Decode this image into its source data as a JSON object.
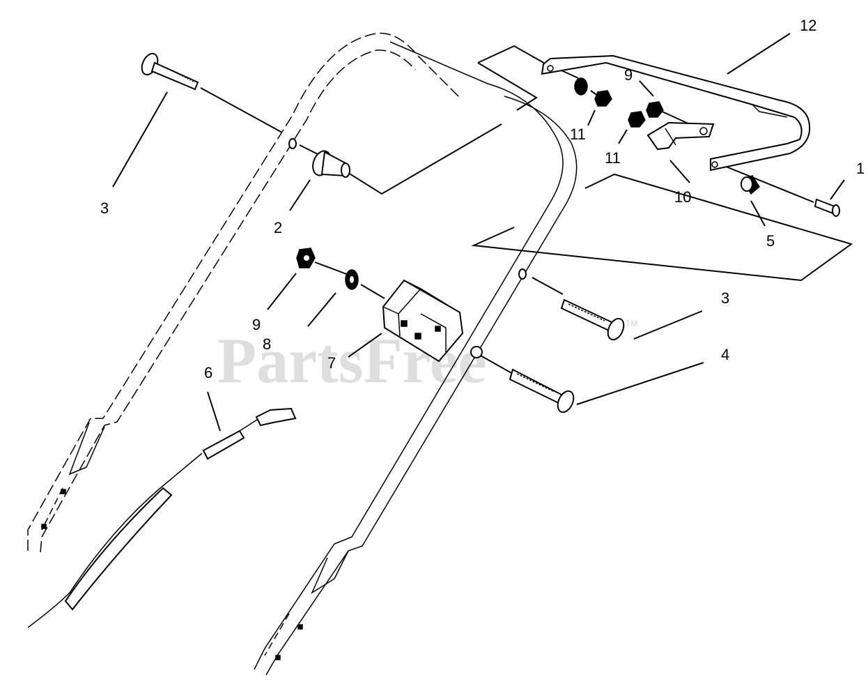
{
  "watermark": {
    "text": "PartsFree",
    "trademark": "TM"
  },
  "callouts": [
    {
      "key": "c1",
      "label": "1"
    },
    {
      "key": "c2",
      "label": "2"
    },
    {
      "key": "c3a",
      "label": "3"
    },
    {
      "key": "c3b",
      "label": "3"
    },
    {
      "key": "c4",
      "label": "4"
    },
    {
      "key": "c5",
      "label": "5"
    },
    {
      "key": "c6",
      "label": "6"
    },
    {
      "key": "c7",
      "label": "7"
    },
    {
      "key": "c8",
      "label": "8"
    },
    {
      "key": "c9a",
      "label": "9"
    },
    {
      "key": "c9b",
      "label": "9"
    },
    {
      "key": "c10",
      "label": "10"
    },
    {
      "key": "c11a",
      "label": "11"
    },
    {
      "key": "c11b",
      "label": "11"
    },
    {
      "key": "c12",
      "label": "12"
    }
  ]
}
